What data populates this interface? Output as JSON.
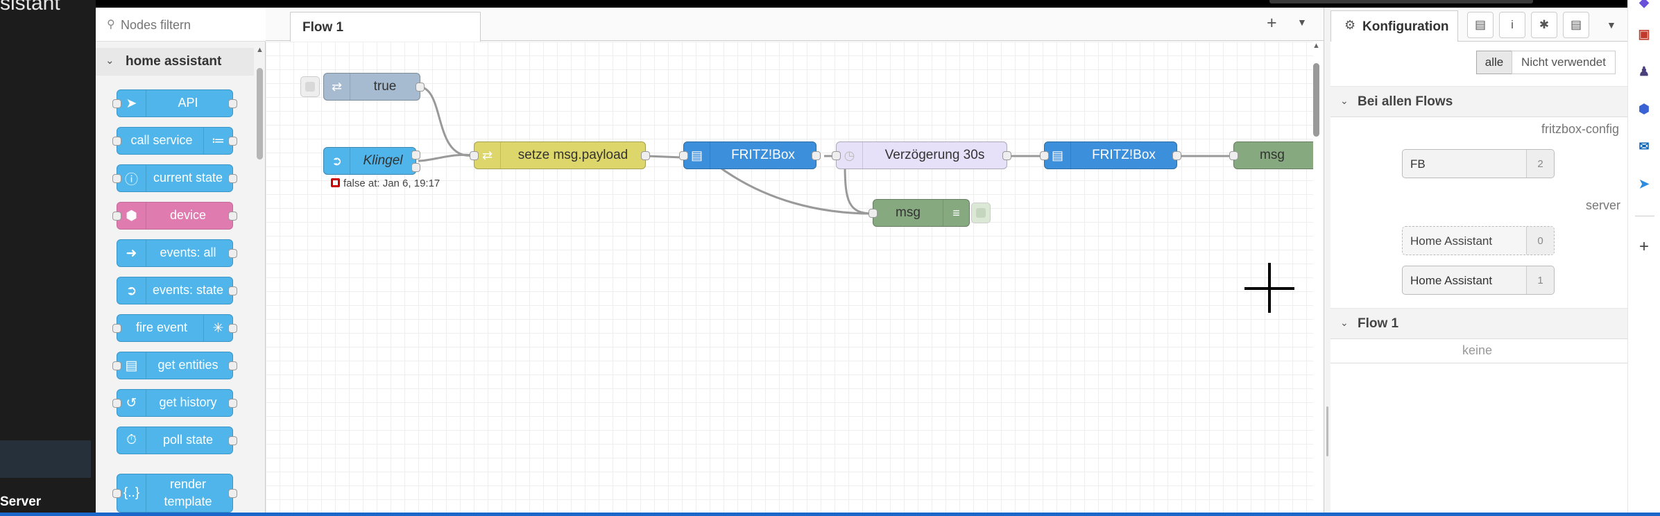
{
  "ha": {
    "brand": "sistant",
    "server_label": "Server"
  },
  "palette": {
    "search_placeholder": "Nodes filtern",
    "category": "home assistant",
    "nodes": [
      {
        "label": "API",
        "icon": "paper-plane-icon"
      },
      {
        "label": "call service",
        "icon": "router-icon"
      },
      {
        "label": "current state",
        "icon": "info-icon"
      },
      {
        "label": "device",
        "icon": "cube-icon"
      },
      {
        "label": "events: all",
        "icon": "arrow-right-icon"
      },
      {
        "label": "events: state",
        "icon": "arrow-circle-icon"
      },
      {
        "label": "fire event",
        "icon": "antenna-icon"
      },
      {
        "label": "get entities",
        "icon": "search-doc-icon"
      },
      {
        "label": "get history",
        "icon": "history-icon"
      },
      {
        "label": "poll state",
        "icon": "timer-icon"
      },
      {
        "label": "render template",
        "icon": "braces-icon"
      }
    ]
  },
  "workspace": {
    "tab": "Flow 1",
    "nodes": {
      "true": "true",
      "klingel": "Klingel",
      "klingel_status": "false at: Jan 6, 19:17",
      "setze": "setze msg.payload",
      "fritz1": "FRITZ!Box",
      "delay": "Verzögerung 30s",
      "fritz2": "FRITZ!Box",
      "msg1": "msg",
      "msg2": "msg"
    }
  },
  "sidebar": {
    "tab": "Konfiguration",
    "filter_all": "alle",
    "filter_unused": "Nicht verwendet",
    "section_all": "Bei allen Flows",
    "type1": "fritzbox-config",
    "cfg1": {
      "name": "FB",
      "count": "2"
    },
    "type2": "server",
    "cfg2": {
      "name": "Home Assistant",
      "count": "0"
    },
    "cfg3": {
      "name": "Home Assistant",
      "count": "1"
    },
    "section_flow": "Flow 1",
    "flow_none": "keine"
  },
  "colors": {
    "ha_node": "#4fb5ea",
    "device_node": "#e07bb0",
    "function_node": "#ddd66a",
    "debug_node": "#87a980",
    "delay_node": "#e6e0f8",
    "accent_blue": "#1b66c9"
  }
}
